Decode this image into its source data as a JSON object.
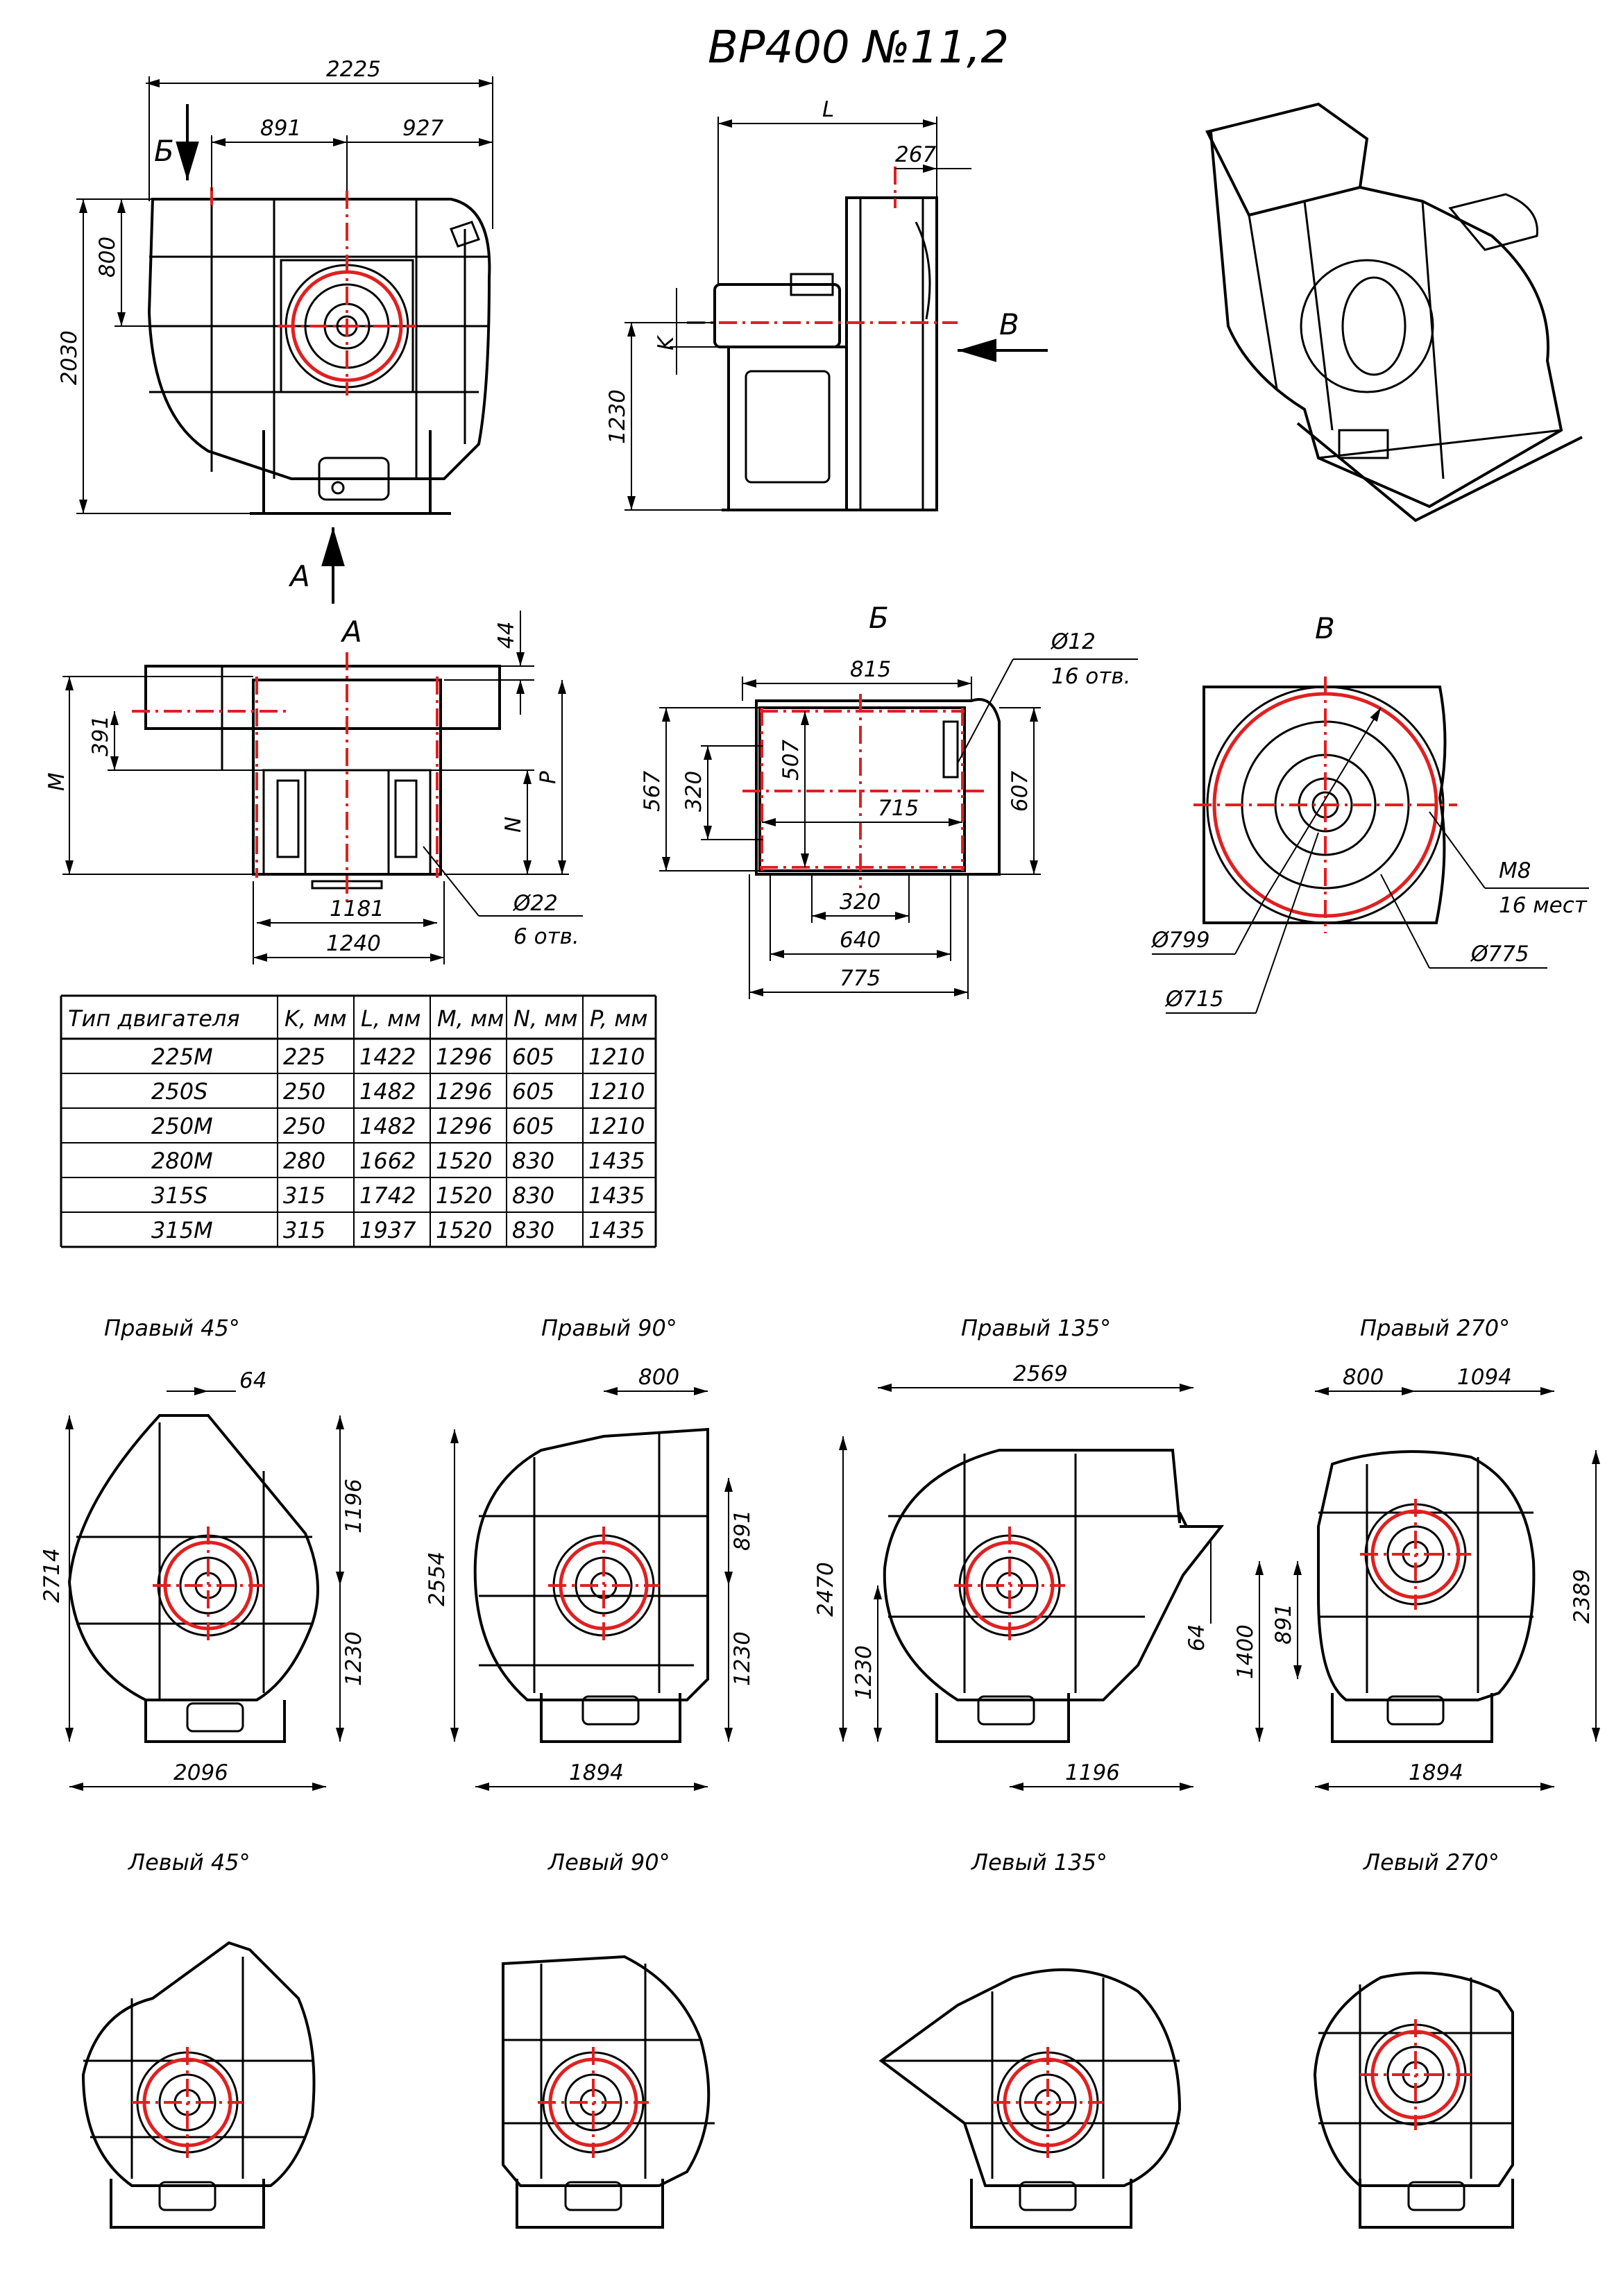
{
  "title": "ВР400 №11,2",
  "views": {
    "front": {
      "dims": {
        "overall_width": "2225",
        "left": "891",
        "right": "927",
        "height": "2030",
        "top": "800"
      },
      "arrows": {
        "top_label": "Б",
        "bottom_label": "А"
      }
    },
    "side": {
      "dims": {
        "length": "L",
        "flange": "267",
        "k": "K",
        "height": "1230"
      },
      "arrow_label": "В"
    },
    "view_a": {
      "label": "А",
      "dims": {
        "m": "M",
        "d391": "391",
        "d44": "44",
        "n": "N",
        "p": "P",
        "w1181": "1181",
        "w1240": "1240",
        "holes_dia": "Ø22",
        "holes_count": "6 отв."
      }
    },
    "view_b": {
      "label": "Б",
      "dims": {
        "w815": "815",
        "h567": "567",
        "h507": "507",
        "h320": "320",
        "w715": "715",
        "h607": "607",
        "w320": "320",
        "w640": "640",
        "w775": "775",
        "holes_dia": "Ø12",
        "holes_count": "16 отв."
      }
    },
    "view_v": {
      "label": "В",
      "dims": {
        "thread": "M8",
        "thread_count": "16 мест",
        "d799": "Ø799",
        "d715": "Ø715",
        "d775": "Ø775"
      }
    }
  },
  "motor_table": {
    "headers": [
      "Тип двигателя",
      "K, мм",
      "L, мм",
      "M, мм",
      "N, мм",
      "P, мм"
    ],
    "rows": [
      [
        "225M",
        "225",
        "1422",
        "1296",
        "605",
        "1210"
      ],
      [
        "250S",
        "250",
        "1482",
        "1296",
        "605",
        "1210"
      ],
      [
        "250M",
        "250",
        "1482",
        "1296",
        "605",
        "1210"
      ],
      [
        "280M",
        "280",
        "1662",
        "1520",
        "830",
        "1435"
      ],
      [
        "315S",
        "315",
        "1742",
        "1520",
        "830",
        "1435"
      ],
      [
        "315M",
        "315",
        "1937",
        "1520",
        "830",
        "1435"
      ]
    ]
  },
  "right_positions": [
    {
      "caption": "Правый 45°",
      "dims": {
        "top": "64",
        "height": "2714",
        "upper": "1196",
        "lower": "1230",
        "width": "2096"
      }
    },
    {
      "caption": "Правый 90°",
      "dims": {
        "top": "800",
        "height": "2554",
        "upper": "891",
        "lower": "1230",
        "width": "1894"
      }
    },
    {
      "caption": "Правый 135°",
      "dims": {
        "top": "2569",
        "height": "2470",
        "right": "64",
        "lower": "1230",
        "width": "1196"
      }
    },
    {
      "caption": "Правый 270°",
      "dims": {
        "top_left": "800",
        "top_right": "1094",
        "height": "2389",
        "left_outer": "1400",
        "left_inner": "891",
        "width": "1894"
      }
    }
  ],
  "left_positions": [
    {
      "caption": "Левый 45°"
    },
    {
      "caption": "Левый 90°"
    },
    {
      "caption": "Левый 135°"
    },
    {
      "caption": "Левый 270°"
    }
  ],
  "colors": {
    "line": "#000000",
    "flange": "#e02020",
    "background": "#ffffff"
  }
}
